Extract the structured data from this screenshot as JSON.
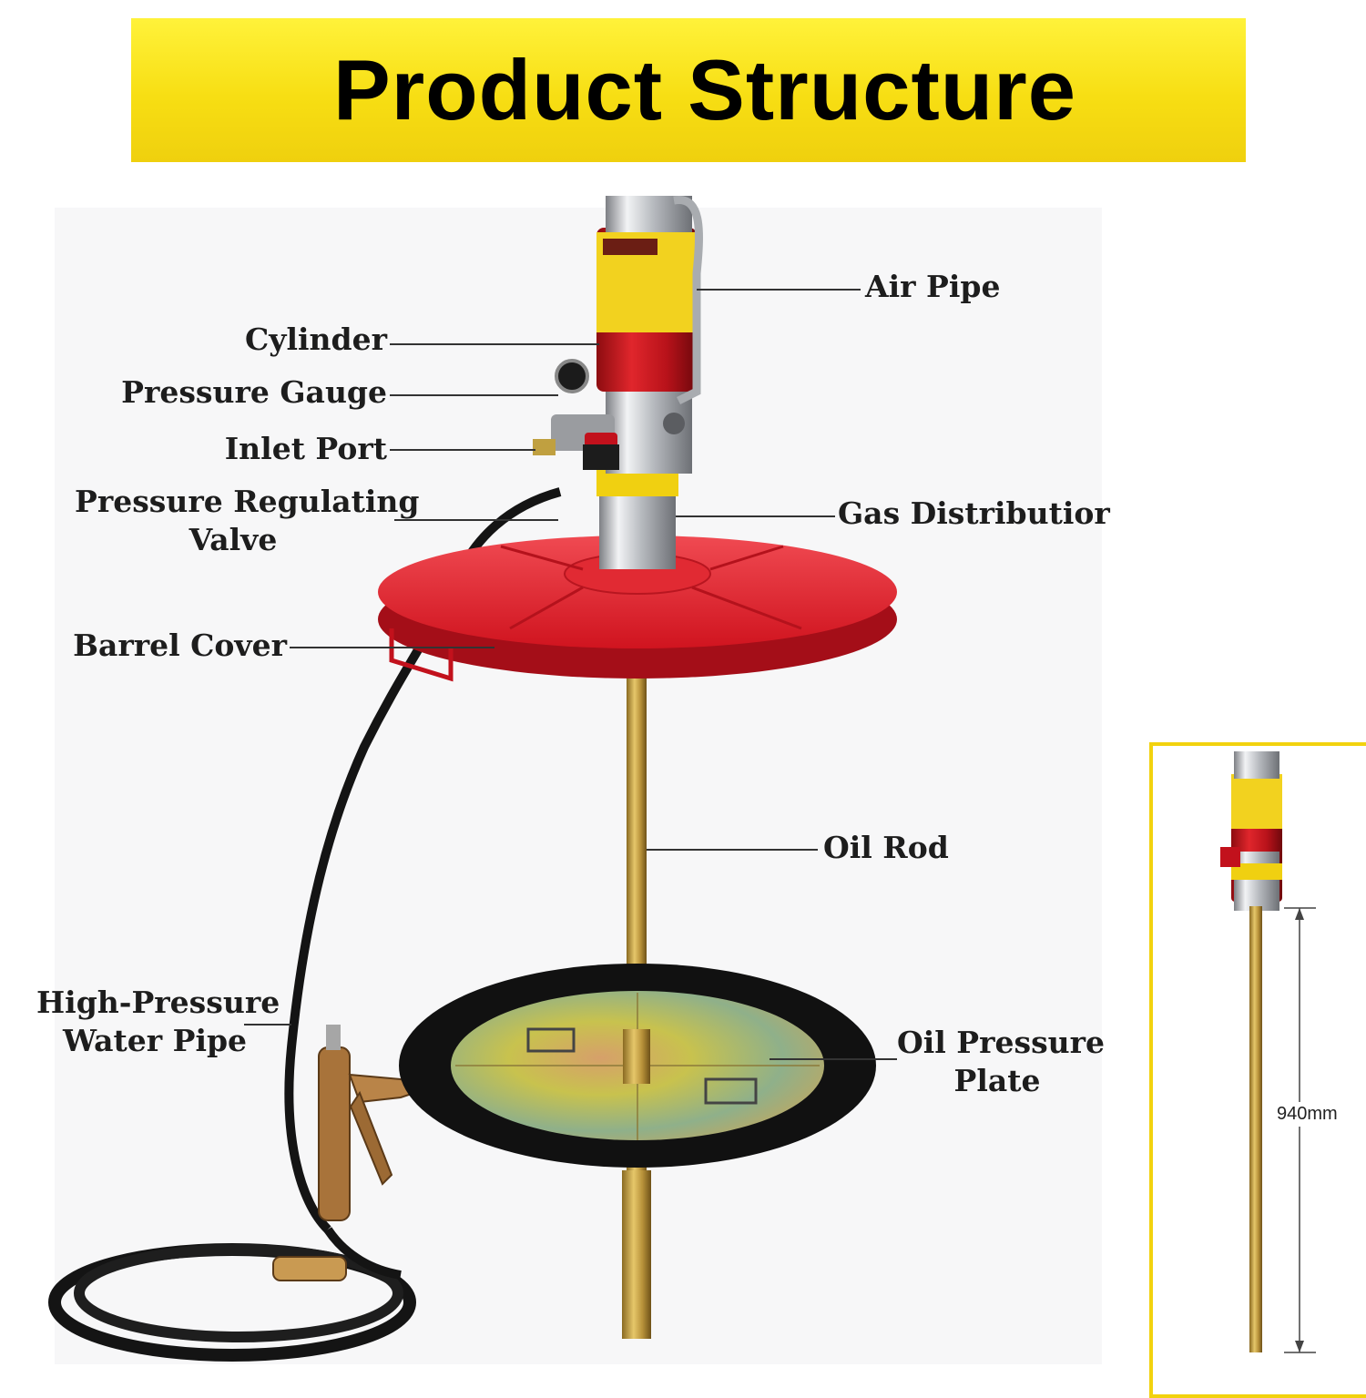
{
  "banner": {
    "title": "Product Structure"
  },
  "labels": {
    "air_pipe": "Air Pipe",
    "cylinder": "Cylinder",
    "pressure_gauge": "Pressure Gauge",
    "inlet_port": "Inlet Port",
    "pressure_regulating_valve_line1": "Pressure Regulating",
    "pressure_regulating_valve_line2": "Valve",
    "gas_distributor": "Gas Distributior",
    "barrel_cover": "Barrel Cover",
    "oil_rod": "Oil Rod",
    "high_pressure_water_pipe_line1": "High-Pressure",
    "high_pressure_water_pipe_line2": "Water Pipe",
    "oil_pressure_plate_line1": "Oil Pressure",
    "oil_pressure_plate_line2": "Plate"
  },
  "inset": {
    "dimension": "940mm"
  },
  "colors": {
    "banner_yellow": "#f7de13",
    "barrel_red": "#e0202c",
    "cylinder_red": "#c8141c",
    "rod_gold": "#c9a53b",
    "plate_black": "#111111",
    "plate_metal": "#c4b448",
    "hose_black": "#141414"
  }
}
